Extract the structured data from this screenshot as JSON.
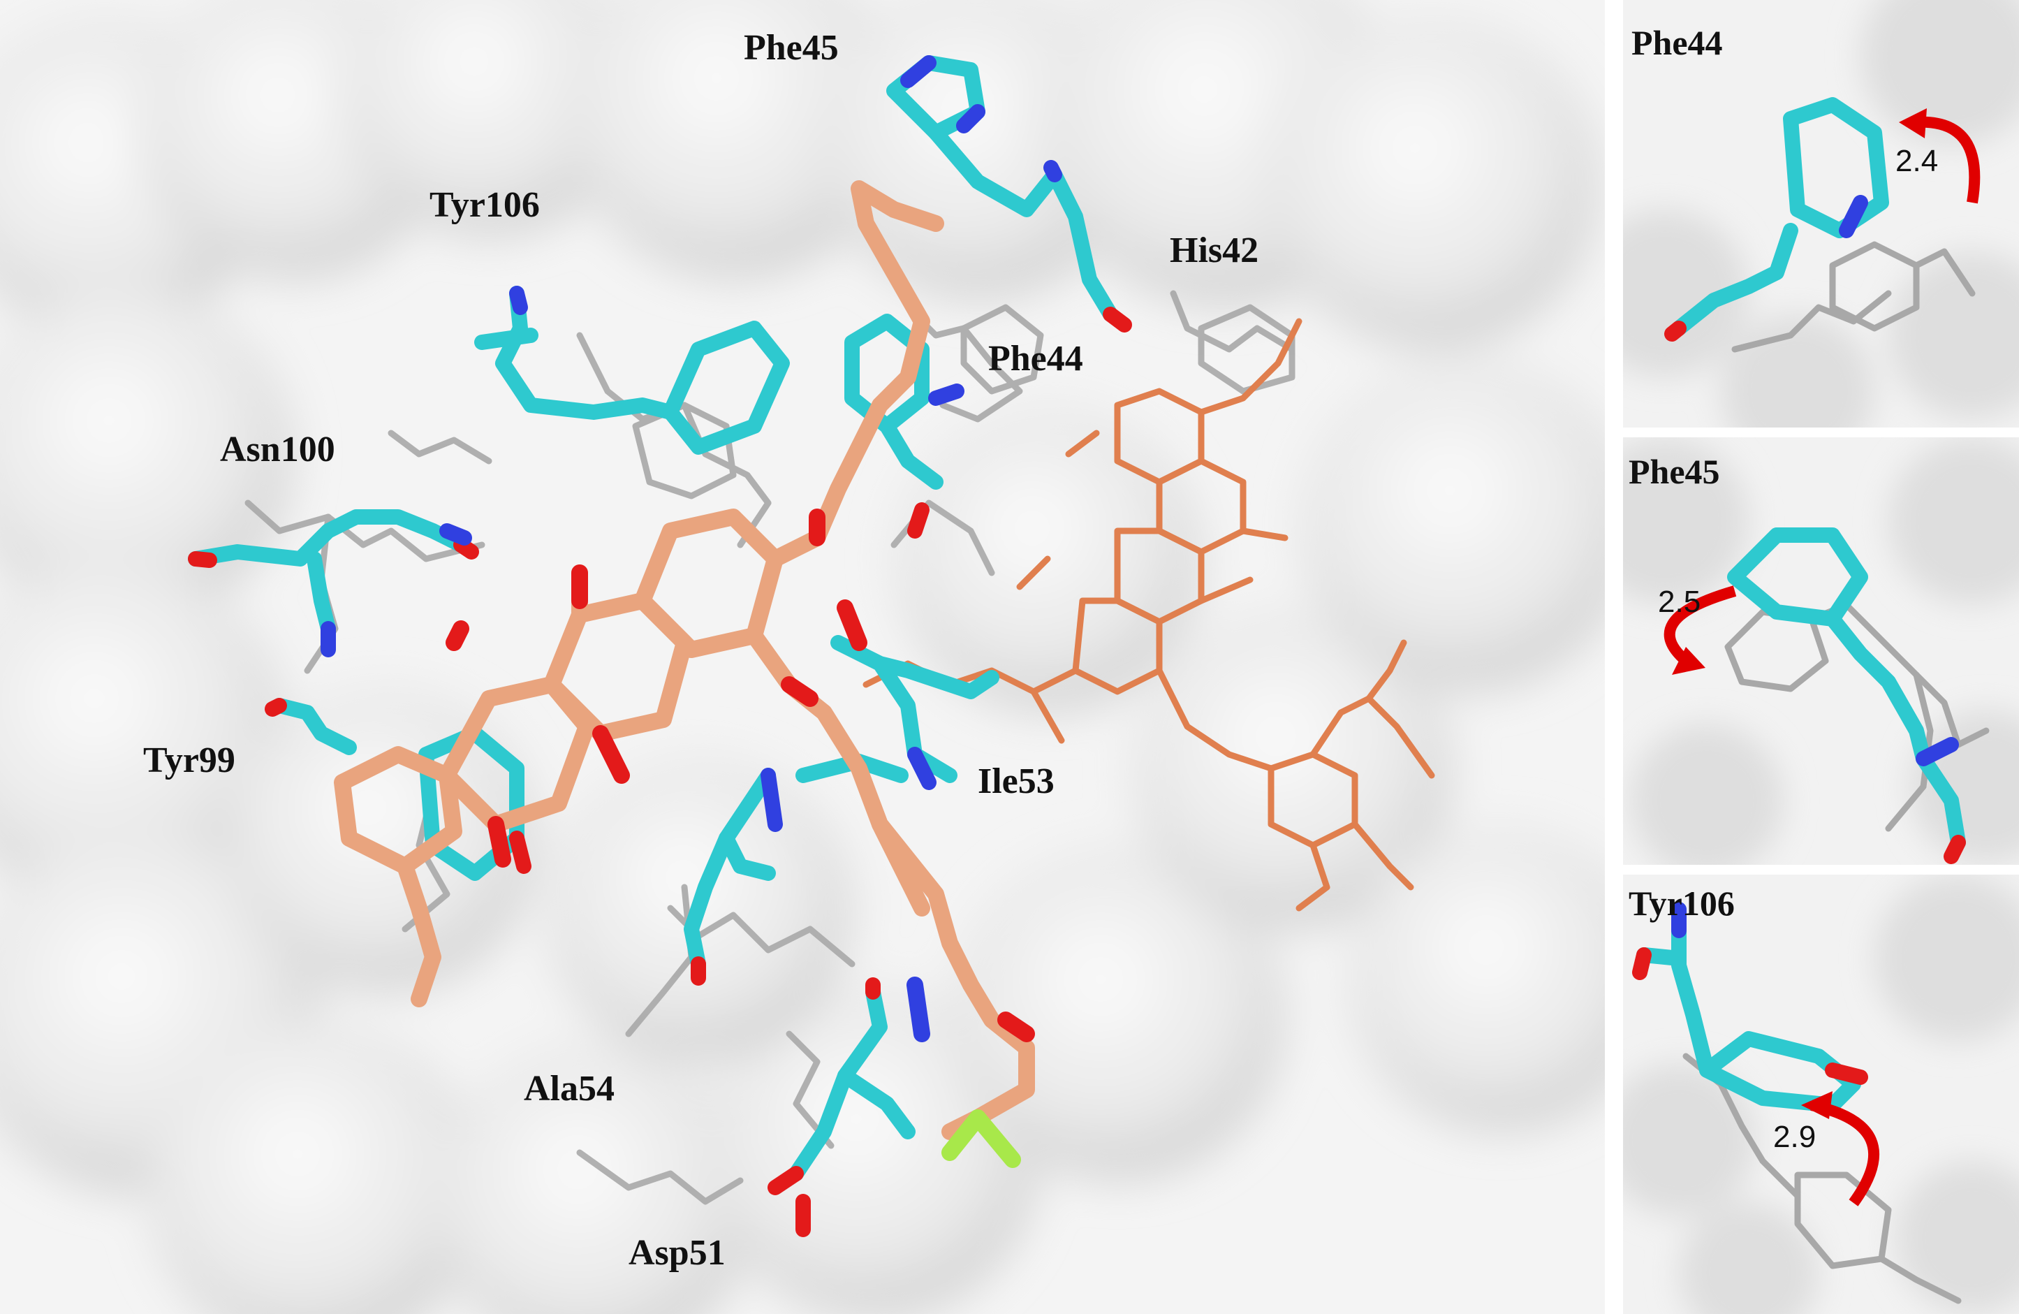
{
  "main": {
    "residue_labels": [
      "Phe45",
      "Tyr106",
      "His42",
      "Phe44",
      "Asn100",
      "Tyr99",
      "Ile53",
      "Ala54",
      "Asp51"
    ]
  },
  "insets": [
    {
      "label": "Phe44",
      "value": "2.4"
    },
    {
      "label": "Phe45",
      "value": "2.5"
    },
    {
      "label": "Tyr106",
      "value": "2.9"
    }
  ],
  "colors": {
    "surface": "#e6e6e6",
    "protein_carbon": "#2ec9cf",
    "ligand_carbon": "#e9a47e",
    "ligand_thin": "#e07f4e",
    "reference": "#a8a8a8",
    "oxygen": "#e31a1a",
    "nitrogen": "#3040e0",
    "fluorine": "#a8e84a",
    "arrow": "#e00000"
  }
}
